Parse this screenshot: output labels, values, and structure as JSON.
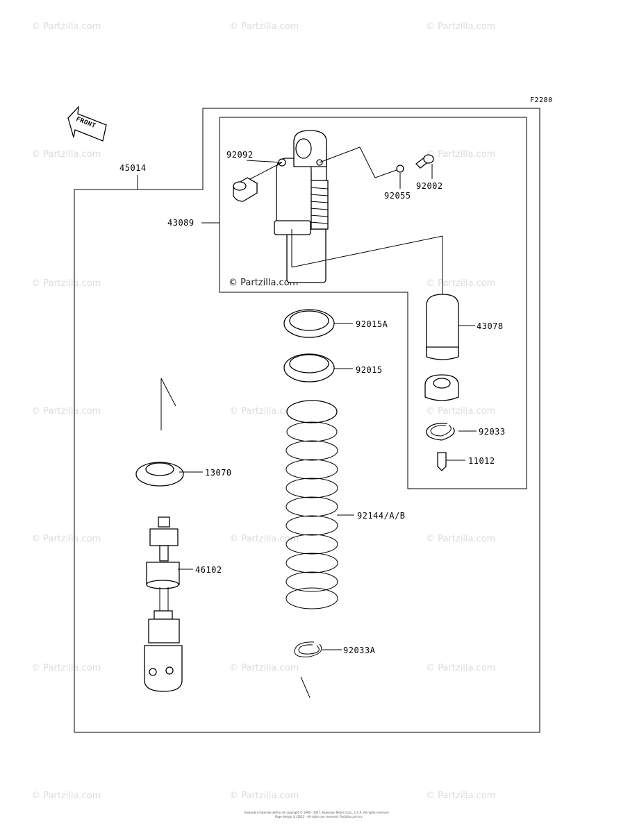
{
  "diagram": {
    "figure_code": "F2280",
    "front_label": "FRONT",
    "watermark": "© Partzilla.com",
    "footer_line1": "Kawasaki materials within all copyright © 1990 - 2017, Kawasaki Motor Corp., U.S.A. All rights reserved.",
    "footer_line2": "Page design (c) 2022 - All rights are reserved. Partzilla.com Inc."
  },
  "parts": {
    "p45014": "45014",
    "p43089": "43089",
    "p92092": "92092",
    "p92055": "92055",
    "p92002": "92002",
    "p92015A": "92015A",
    "p92015": "92015",
    "p43078": "43078",
    "p92033": "92033",
    "p11012": "11012",
    "p13070": "13070",
    "p92144": "92144/A/B",
    "p46102": "46102",
    "p92033A": "92033A"
  }
}
